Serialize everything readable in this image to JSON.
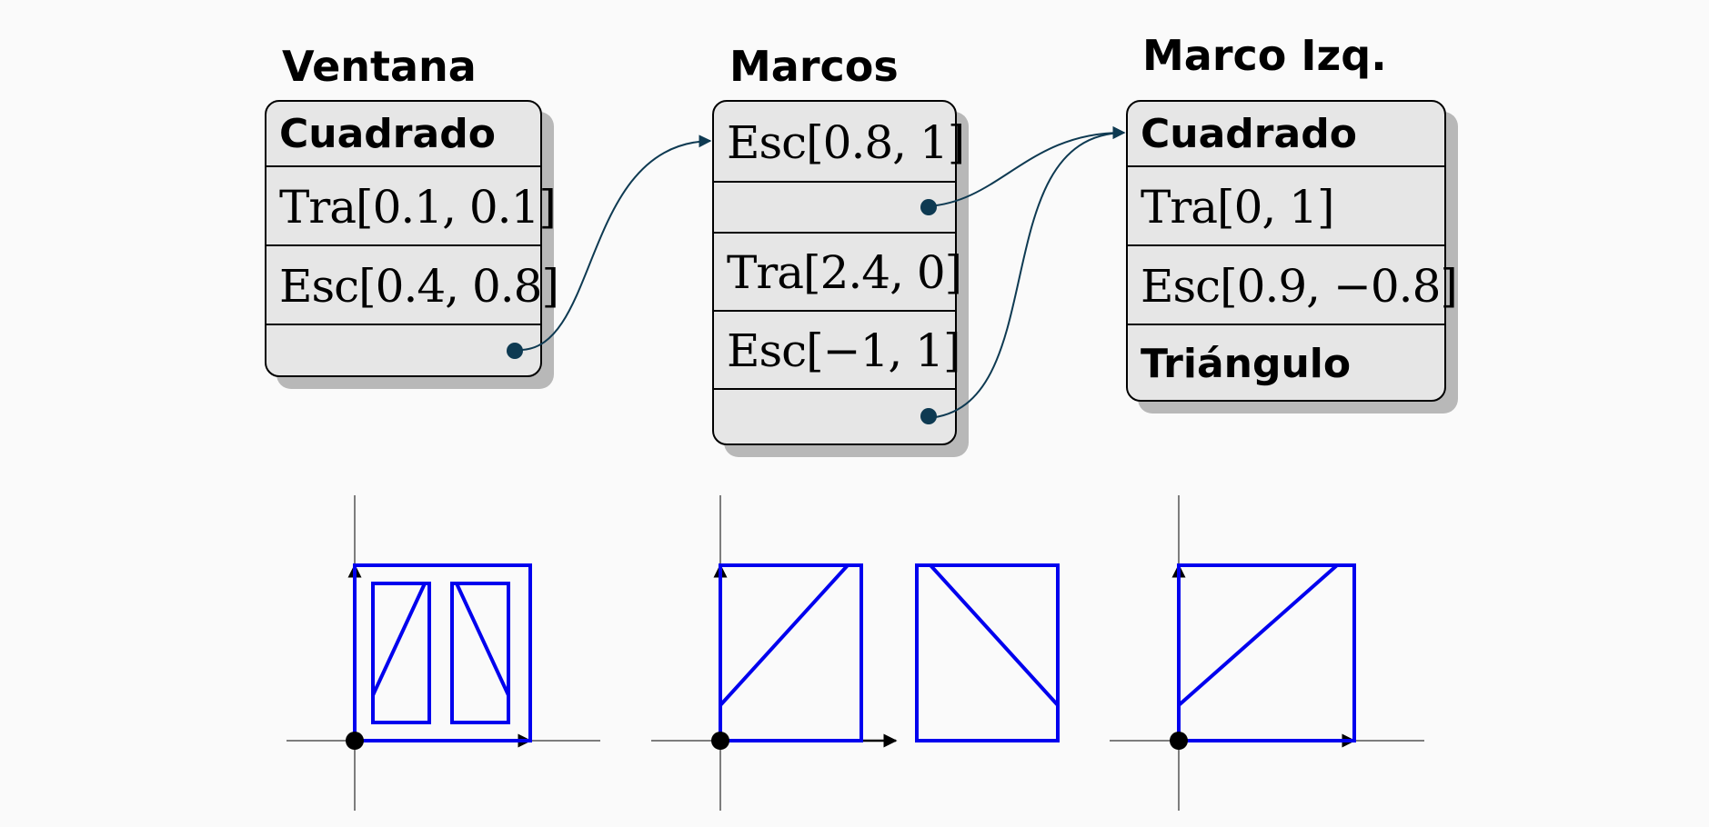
{
  "blocks": [
    {
      "id": "ventana",
      "title": "Ventana",
      "rows": [
        {
          "kind": "prim",
          "text": "Cuadrado"
        },
        {
          "kind": "xform",
          "text": "Tra[0.1, 0.1]"
        },
        {
          "kind": "xform",
          "text": "Esc[0.4, 0.8]"
        },
        {
          "kind": "ref",
          "text": ""
        }
      ]
    },
    {
      "id": "marcos",
      "title": "Marcos",
      "rows": [
        {
          "kind": "xform",
          "text": "Esc[0.8, 1]"
        },
        {
          "kind": "ref",
          "text": ""
        },
        {
          "kind": "xform",
          "text": "Tra[2.4, 0]"
        },
        {
          "kind": "xform",
          "text": "Esc[−1, 1]"
        },
        {
          "kind": "ref",
          "text": ""
        }
      ]
    },
    {
      "id": "marco-izq",
      "title": "Marco Izq.",
      "rows": [
        {
          "kind": "prim",
          "text": "Cuadrado"
        },
        {
          "kind": "xform",
          "text": "Tra[0, 1]"
        },
        {
          "kind": "xform",
          "text": "Esc[0.9, −0.8]"
        },
        {
          "kind": "prim",
          "text": "Triángulo"
        }
      ]
    }
  ],
  "colors": {
    "block_fill": "#e6e6e6",
    "block_shadow": "#b8b8b8",
    "pointer": "#0e3a52",
    "shape_stroke": "#0000ee",
    "axis": "#000000"
  }
}
